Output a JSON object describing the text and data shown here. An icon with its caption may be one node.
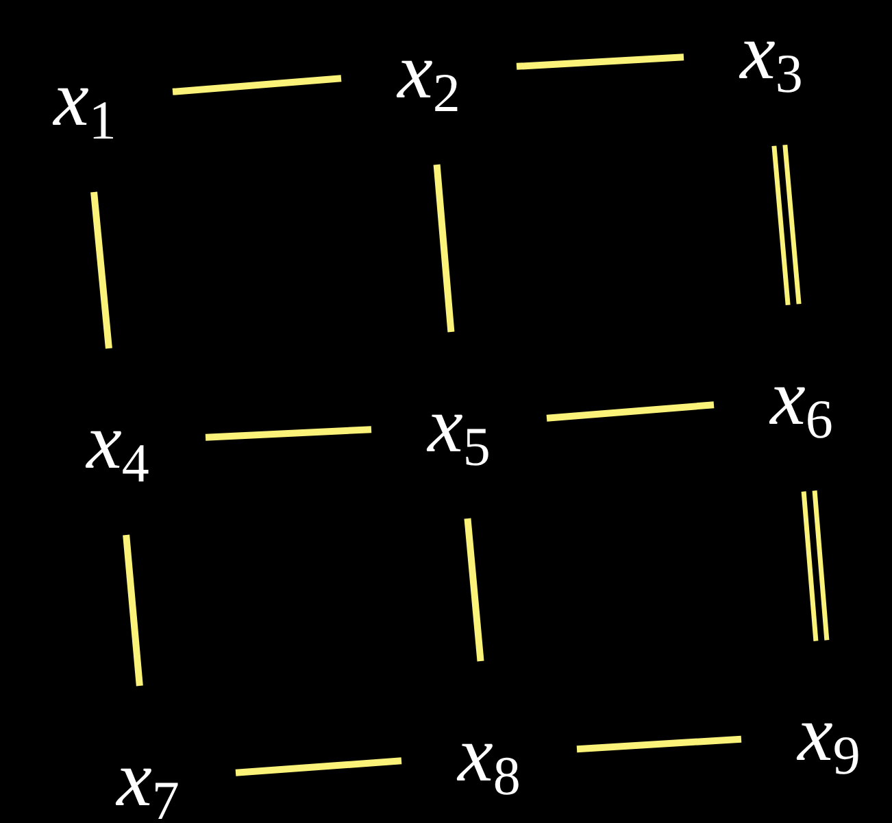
{
  "diagram": {
    "nodes": [
      {
        "text": [
          "*x*$_{1}$"
        ]
      },
      {
        "text": [
          "*x*$_{2}$"
        ]
      },
      {
        "text": [
          "*x*$_{3}$"
        ]
      },
      {
        "text": [
          "*x*$_{4}$"
        ]
      },
      {
        "text": [
          "*x*$_{5}$"
        ]
      },
      {
        "text": [
          "*x*$_{6}$"
        ]
      },
      {
        "text": [
          "*x*$_{7}$"
        ]
      },
      {
        "text": [
          "*x*$_{8}$"
        ]
      },
      {
        "text": [
          "*x*$_{9}$"
        ]
      }
    ],
    "edges": [
      {
        "from": 0,
        "to": 1,
        "arrow": "none"
      },
      {
        "from": 1,
        "to": 2,
        "arrow": "none"
      },
      {
        "from": 0,
        "to": 3,
        "arrow": "none"
      },
      {
        "from": 1,
        "to": 4,
        "arrow": "none"
      },
      {
        "from": 2,
        "to": 5,
        "arrow": "none"
      },
      {
        "from": 2,
        "to": 5,
        "arrow": "none"
      },
      {
        "from": 3,
        "to": 4,
        "arrow": "none"
      },
      {
        "from": 4,
        "to": 5,
        "arrow": "none"
      },
      {
        "from": 5,
        "to": 8,
        "arrow": "none"
      },
      {
        "from": 5,
        "to": 8,
        "arrow": "none"
      },
      {
        "from": 3,
        "to": 6,
        "arrow": "none"
      },
      {
        "from": 4,
        "to": 7,
        "arrow": "none"
      },
      {
        "from": 6,
        "to": 7,
        "arrow": "none"
      },
      {
        "from": 7,
        "to": 8,
        "arrow": "none"
      }
    ]
  }
}
